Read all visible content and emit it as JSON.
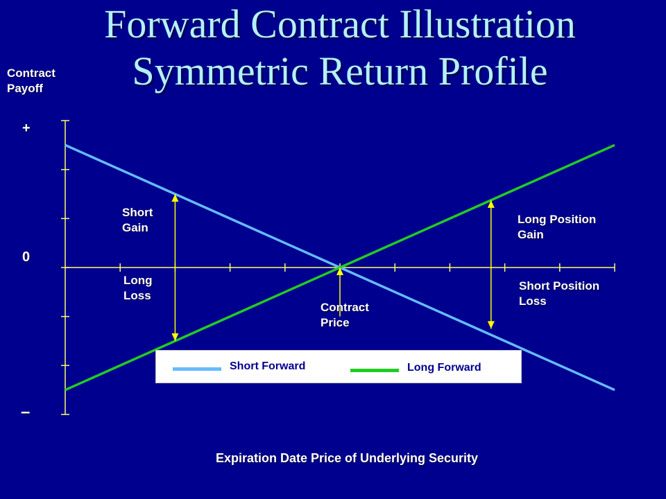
{
  "title_line1": "Forward Contract Illustration",
  "title_line2": "Symmetric Return Profile",
  "colors": {
    "background": "#00008f",
    "title": "#b3f0ff",
    "axis": "#ffff66",
    "short_forward": "#66bbff",
    "long_forward": "#22cc22",
    "arrow": "#ffff00"
  },
  "chart_data": {
    "type": "line",
    "ylabel": "Contract Payoff",
    "xlabel": "Expiration Date Price of Underlying Security",
    "y_tick_labels": {
      "top": "+",
      "middle": "0",
      "bottom": "–"
    },
    "x": [
      0,
      10
    ],
    "xlim": [
      0,
      10
    ],
    "ylim": [
      -6,
      6
    ],
    "contract_price": 5,
    "series": [
      {
        "name": "Short Forward",
        "values": [
          5,
          -5
        ]
      },
      {
        "name": "Long Forward",
        "values": [
          -5,
          5
        ]
      }
    ],
    "annotations": {
      "short_gain": "Short Gain",
      "long_loss": "Long Loss",
      "long_gain": "Long Position Gain",
      "short_loss": "Short Position Loss",
      "contract_price": "Contract Price"
    },
    "arrows": [
      {
        "x": 2,
        "from": 3,
        "to": -3
      },
      {
        "x": 7.75,
        "from": -2.5,
        "to": 2.75
      },
      {
        "x": 5,
        "from": -2,
        "to": 0
      }
    ]
  }
}
